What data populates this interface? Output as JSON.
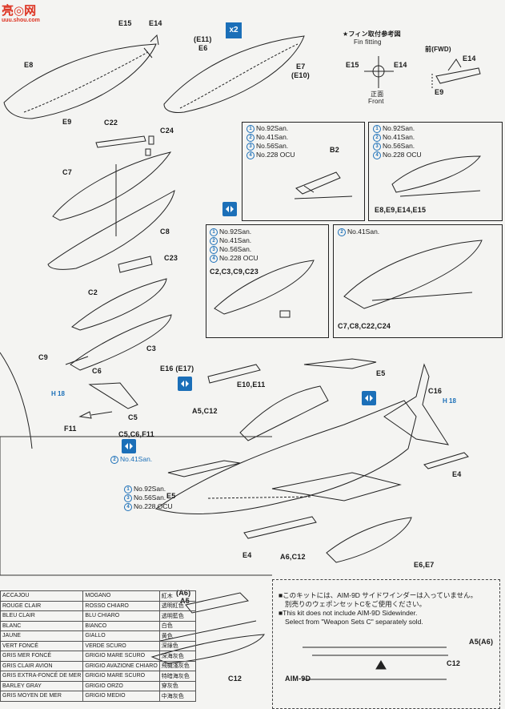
{
  "watermark": {
    "title": "亮◎网",
    "url": "uuu.shou.com"
  },
  "x2_badge": "x2",
  "fin": {
    "heading_jp": "★フィン取付参考図",
    "heading_en": "Fin fitting",
    "fwd": "前(FWD)",
    "front_jp": "正面",
    "front_en": "Front"
  },
  "labels": {
    "E15": "E15",
    "E14": "E14",
    "E8": "E8",
    "E9": "E9",
    "E11p": "(E11)",
    "E6": "E6",
    "E7": "E7",
    "E10p": "(E10)",
    "fin_E15": "E15",
    "fin_E14": "E14",
    "fin_E14b": "E14",
    "fin_E9": "E9",
    "C22": "C22",
    "C24": "C24",
    "C7": "C7",
    "C8": "C8",
    "C23": "C23",
    "C2": "C2",
    "C3": "C3",
    "C9": "C9",
    "C6": "C6",
    "C5": "C5",
    "F11": "F11",
    "H18a": "H 18",
    "H18b": "H 18",
    "B2": "B2",
    "E8group": "E8,E9,E14,E15",
    "C2group": "C2,C3,C9,C23",
    "C7group": "C7,C8,C22,C24",
    "E16": "E16 (E17)",
    "E5a": "E5",
    "E10E11": "E10,E11",
    "A5C12": "A5,C12",
    "C16": "C16",
    "C5C6F11": "C5,C6,F11",
    "E5b": "E5",
    "E4a": "E4",
    "E4b": "E4",
    "A6C12": "A6,C12",
    "E6E7": "E6,E7",
    "A6p": "(A6)",
    "A5": "A5",
    "C12": "C12",
    "A5A6": "A5(A6)",
    "C12b": "C12",
    "AIM": "AIM-9D"
  },
  "squadrons_a": [
    "No.92San.",
    "No.41San.",
    "No.56San.",
    "No.228 OCU"
  ],
  "squadrons_b": [
    "No.92San.",
    "No.41San.",
    "No.56San.",
    "No.228 OCU"
  ],
  "squadrons_c": [
    "No.92San.",
    "No.41San.",
    "No.56San.",
    "No.228 OCU"
  ],
  "squadron_d": "No.41San.",
  "squadron_e": "No.41San.",
  "squadrons_f": [
    "No.92San.",
    "No.56San.",
    "No.228 OCU"
  ],
  "note": {
    "jp1": "■このキットには、AIM-9D サイドワインダーは入っていません。",
    "jp2": "別売りのウェポンセットCをご使用ください。",
    "en1": "■This kit does not include AIM-9D Sidewinder.",
    "en2": "Select from \"Weapon Sets C\" separately sold."
  },
  "colors_table": [
    [
      "ACCAJOU",
      "MOGANO",
      "紅木"
    ],
    [
      "ROUGE CLAIR",
      "ROSSO CHIARO",
      "透明紅色"
    ],
    [
      "BLEU CLAIR",
      "BLU CHIARO",
      "透明藍色"
    ],
    [
      "BLANC",
      "BIANCO",
      "白色"
    ],
    [
      "JAUNE",
      "GIALLO",
      "黄色"
    ],
    [
      "VERT FONCÉ",
      "VERDE SCURO",
      "深綠色"
    ],
    [
      "GRIS MER FONCÉ",
      "GRIGIO MARE SCURO",
      "深海灰色"
    ],
    [
      "GRIS CLAIR AVION",
      "GRIGIO AVAZIONE CHIARO",
      "飛機淺灰色"
    ],
    [
      "GRIS EXTRA-FONCÉ DE MER",
      "GRIGIO MARE SCURO",
      "特暗海灰色"
    ],
    [
      "BARLEY GRAY",
      "GRIGIO ORZO",
      "穿灰色"
    ],
    [
      "GRIS MOYEN DE MER",
      "GRIGIO MEDIO",
      "中海灰色"
    ]
  ]
}
